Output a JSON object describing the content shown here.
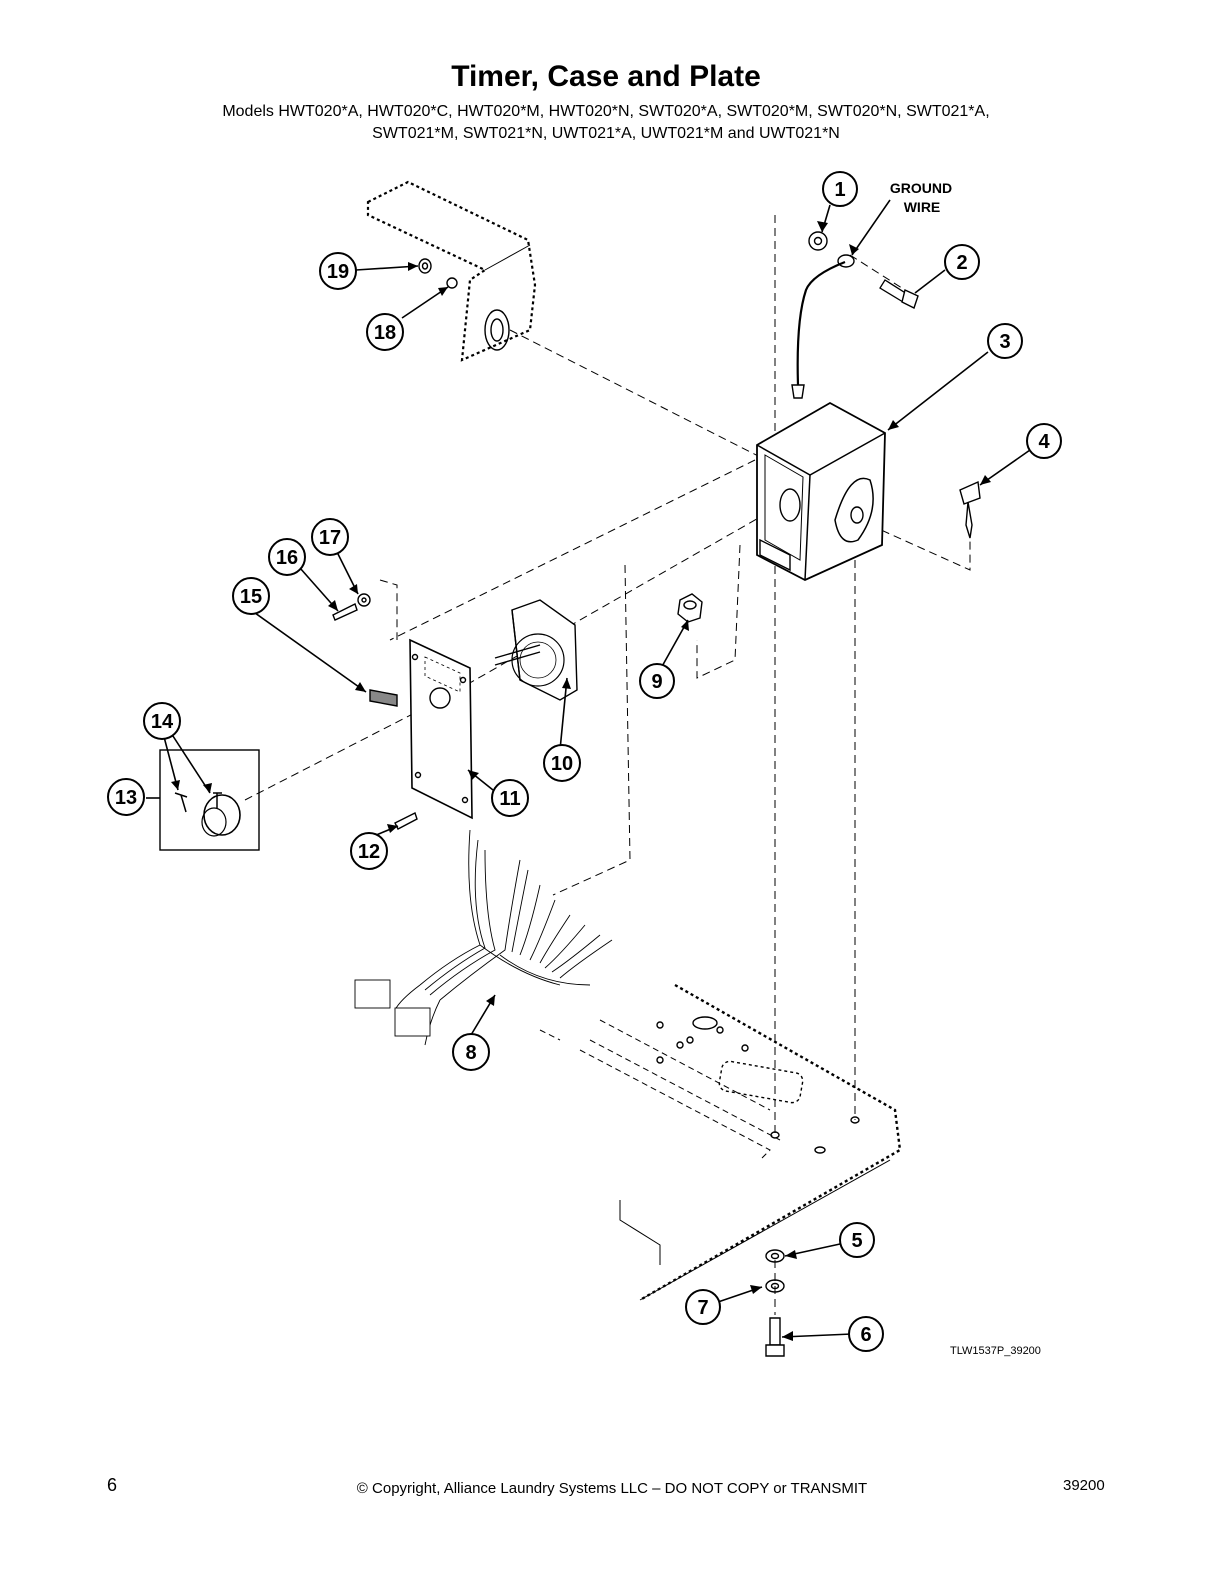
{
  "title": "Timer, Case and Plate",
  "models_line1": "Models HWT020*A, HWT020*C, HWT020*M, HWT020*N, SWT020*A, SWT020*M, SWT020*N, SWT021*A,",
  "models_line2": "SWT021*M, SWT021*N, UWT021*A, UWT021*M and UWT021*N",
  "callouts": [
    "1",
    "2",
    "3",
    "4",
    "5",
    "6",
    "7",
    "8",
    "9",
    "10",
    "11",
    "12",
    "13",
    "14",
    "15",
    "16",
    "17",
    "18",
    "19"
  ],
  "ground_wire_line1": "GROUND",
  "ground_wire_line2": "WIRE",
  "figure_ref": "TLW1537P_39200",
  "footer": {
    "page_number": "6",
    "copyright": "© Copyright, Alliance Laundry Systems LLC – DO NOT COPY or TRANSMIT",
    "doc_number": "39200"
  }
}
